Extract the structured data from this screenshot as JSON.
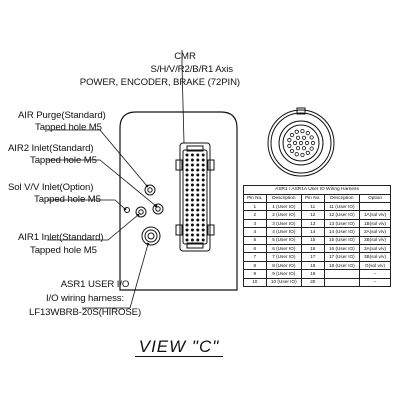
{
  "labels": {
    "cmr_title": "CMR",
    "cmr_axes": "S/H/V/R2/B/R1 Axis",
    "cmr_desc": "POWER, ENCODER, BRAKE (72PIN)",
    "air_purge": "AIR Purge(Standard)",
    "air_purge_sub": "Tapped hole M5",
    "air2_inlet": "AIR2 Inlet(Standard)",
    "air2_inlet_sub": "Tapped hole M5",
    "sol_inlet": "Sol V/V Inlet(Option)",
    "sol_inlet_sub": "Tapped hole M5",
    "air1_inlet": "AIR1 Inlet(Standard)",
    "air1_inlet_sub": "Tapped hole M5",
    "asr1_title": "ASR1 USER I/O",
    "asr1_harness": "I/O wiring harness:",
    "asr1_part": "LF13WBRB-20S(HIROSE)",
    "view": "VIEW \"C\""
  },
  "harness_table": {
    "caption": "ASR1 / ASR1A User IO Wiring Harness",
    "headers": [
      "Pin No.",
      "Description",
      "Pin No.",
      "Description",
      "Option"
    ],
    "rows": [
      [
        "1",
        "1 (User IO)",
        "11",
        "11 (User IO)",
        ""
      ],
      [
        "2",
        "2 (User IO)",
        "12",
        "12 (User IO)",
        "1A(sol v/v)"
      ],
      [
        "3",
        "3 (User IO)",
        "13",
        "13 (User IO)",
        "1B(sol v/v)"
      ],
      [
        "4",
        "4 (User IO)",
        "14",
        "14 (User IO)",
        "2A(sol v/v)"
      ],
      [
        "5",
        "5 (User IO)",
        "15",
        "15 (User IO)",
        "2B(sol v/v)"
      ],
      [
        "6",
        "6 (User IO)",
        "16",
        "16 (User IO)",
        "3A(sol v/v)"
      ],
      [
        "7",
        "7 (User IO)",
        "17",
        "17 (User IO)",
        "3B(sol v/v)"
      ],
      [
        "8",
        "8 (User IO)",
        "18",
        "18 (User IO)",
        "G(sol v/v)"
      ],
      [
        "9",
        "9 (User IO)",
        "19",
        "",
        "–"
      ],
      [
        "10",
        "10 (User IO)",
        "20",
        "",
        "–"
      ]
    ]
  }
}
